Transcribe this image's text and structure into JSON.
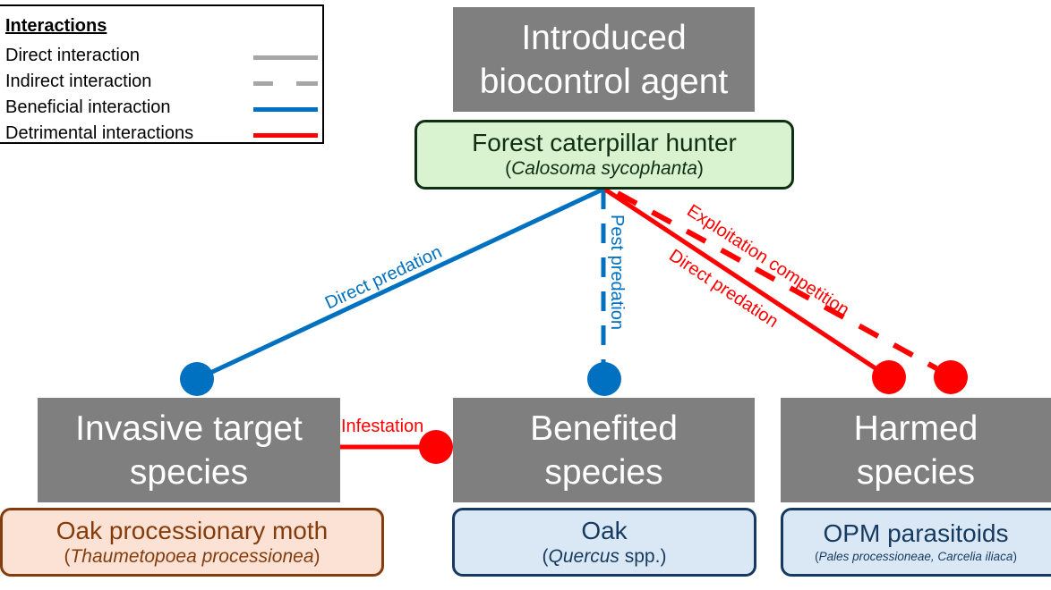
{
  "legend": {
    "title": "Interactions",
    "items": [
      {
        "label": "Direct interaction",
        "style": "solid",
        "color": "#a6a6a6"
      },
      {
        "label": "Indirect interaction",
        "style": "dashed",
        "color": "#a6a6a6"
      },
      {
        "label": "Beneficial interaction",
        "style": "solid",
        "color": "#0070c0"
      },
      {
        "label": "Detrimental interactions",
        "style": "solid",
        "color": "#ff0000"
      }
    ]
  },
  "colors": {
    "beneficial": "#0070c0",
    "detrimental": "#ff0000",
    "category_box": "#7f7f7f"
  },
  "agent": {
    "category_line1": "Introduced",
    "category_line2": "biocontrol agent",
    "common_name": "Forest caterpillar hunter",
    "scientific_open": "(",
    "scientific_name": "Calosoma sycophanta",
    "scientific_close": ")"
  },
  "target": {
    "category_line1": "Invasive target",
    "category_line2": "species",
    "common_name": "Oak processionary moth",
    "scientific_open": "(",
    "scientific_name": "Thaumetopoea processionea",
    "scientific_close": ")"
  },
  "benefited": {
    "category_line1": "Benefited",
    "category_line2": "species",
    "common_name": "Oak",
    "scientific_open": "(",
    "scientific_name": "Quercus",
    "scientific_suffix": " spp.)"
  },
  "harmed": {
    "category_line1": "Harmed",
    "category_line2": "species",
    "common_name": "OPM parasitoids",
    "scientific_open": "(",
    "scientific_name": "Pales processioneae, Carcelia iliaca",
    "scientific_close": ")"
  },
  "interactions": [
    {
      "label": "Direct predation",
      "from": "agent",
      "to": "target",
      "type": "beneficial",
      "style": "solid"
    },
    {
      "label": "Pest predation",
      "from": "agent",
      "to": "benefited",
      "type": "beneficial",
      "style": "dashed"
    },
    {
      "label": "Direct predation",
      "from": "agent",
      "to": "harmed",
      "type": "detrimental",
      "style": "solid"
    },
    {
      "label": "Exploitation competition",
      "from": "agent",
      "to": "harmed",
      "type": "detrimental",
      "style": "dashed"
    },
    {
      "label": "Infestation",
      "from": "target",
      "to": "benefited",
      "type": "detrimental",
      "style": "solid"
    }
  ]
}
